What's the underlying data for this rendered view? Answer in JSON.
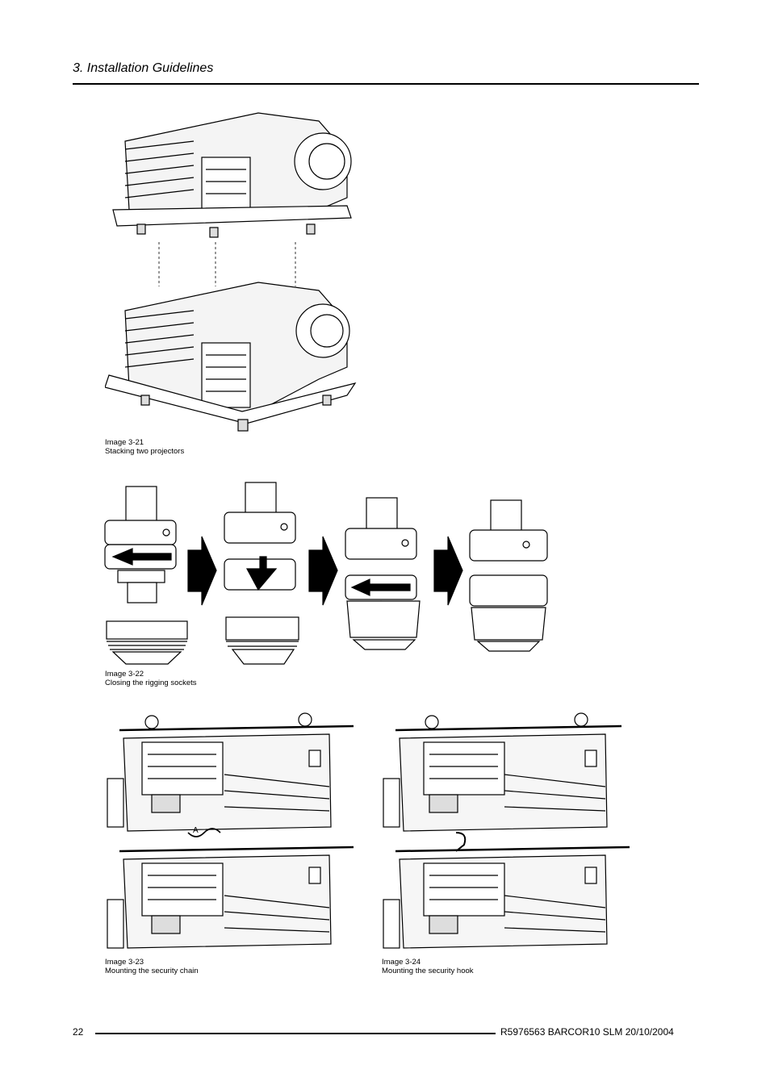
{
  "header": {
    "section_title": "3.  Installation Guidelines"
  },
  "figures": [
    {
      "number": "Image 3-21",
      "caption": "Stacking two projectors"
    },
    {
      "number": "Image 3-22",
      "caption": "Closing the rigging sockets"
    },
    {
      "number": "Image 3-23",
      "caption": "Mounting the security chain",
      "callout": "A"
    },
    {
      "number": "Image 3-24",
      "caption": "Mounting the security hook"
    }
  ],
  "footer": {
    "page_number": "22",
    "document_info": "R5976563  BARCOR10 SLM  20/10/2004"
  }
}
